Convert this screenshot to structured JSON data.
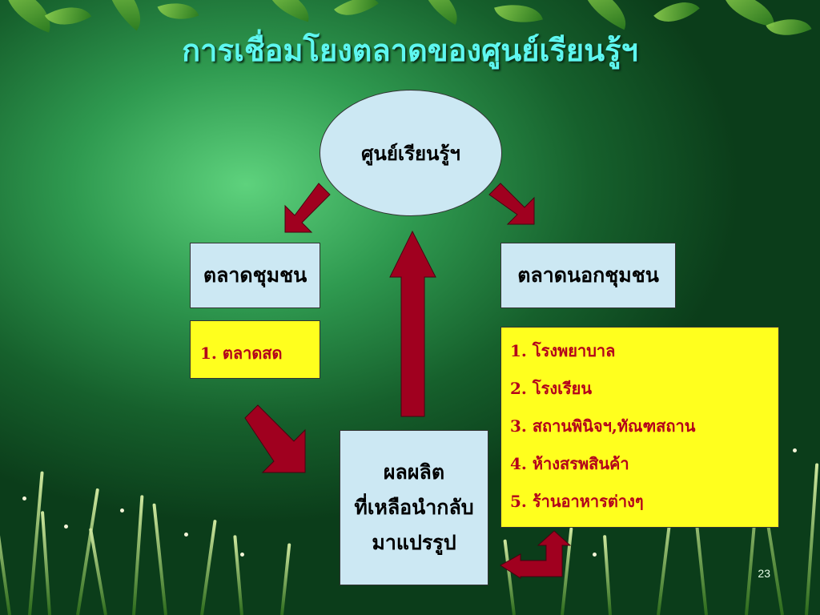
{
  "slide": {
    "title": "การเชื่อมโยงตลาดของศูนย์เรียนรู้ฯ",
    "page_number": "23"
  },
  "diagram": {
    "center_node": "ศูนย์เรียนรู้ฯ",
    "left_market": {
      "label": "ตลาดชุมชน",
      "items": [
        "1. ตลาดสด"
      ]
    },
    "right_market": {
      "label": "ตลาดนอกชุมชน",
      "items": [
        "1. โรงพยาบาล",
        "2. โรงเรียน",
        "3. สถานพินิจฯ,ทัณฑสถาน",
        "4. ห้างสรพสินค้า",
        "5. ร้านอาหารต่างๆ"
      ]
    },
    "product_node": {
      "lines": [
        "ผลผลิต",
        "ที่เหลือนำกลับ",
        "มาแปรรูป"
      ]
    }
  },
  "colors": {
    "arrow": "#a0001f",
    "box_fill": "#cce8f3",
    "highlight_fill": "#ffff1e",
    "title_text": "#5ef7f0",
    "list_text": "#b3001b"
  }
}
